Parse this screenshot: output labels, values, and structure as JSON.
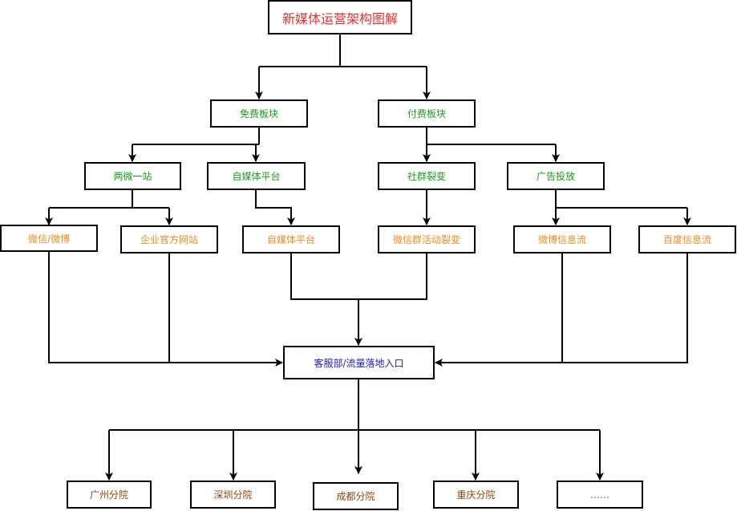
{
  "colors": {
    "title": "#e8312f",
    "green": "#1a9c1a",
    "orange": "#f08a1e",
    "blue": "#1a1acc",
    "brown": "#8b4513",
    "line": "#000000"
  },
  "nodes": {
    "root": "新媒体运营架构图解",
    "free": "免费板块",
    "paid": "付费板块",
    "two_weixin_one_site": "两微一站",
    "self_media_platform_1": "自媒体平台",
    "community_fission": "社群裂变",
    "advertising": "广告投放",
    "weixin_weibo": "微信/微博",
    "official_website": "企业官方网站",
    "self_media_platform_2": "自媒体平台",
    "wechat_group_fission": "微信群活动裂变",
    "weibo_feed": "微博信息流",
    "baidu_feed": "百度信息流",
    "customer_service": "客服部/流量落地入口",
    "guangzhou": "广州分院",
    "shenzhen": "深圳分院",
    "chengdu": "成都分院",
    "chongqing": "重庆分院",
    "more": "……"
  }
}
